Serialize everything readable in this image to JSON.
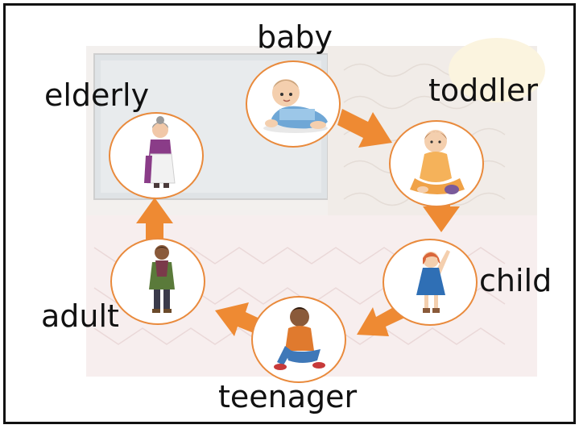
{
  "diagram": {
    "stages": [
      {
        "key": "baby",
        "label": "baby"
      },
      {
        "key": "toddler",
        "label": "toddler"
      },
      {
        "key": "child",
        "label": "child"
      },
      {
        "key": "teenager",
        "label": "teenager"
      },
      {
        "key": "adult",
        "label": "adult"
      },
      {
        "key": "elderly",
        "label": "elderly"
      }
    ],
    "colors": {
      "arrow": "#ee8a33",
      "circle_border": "#e98a3c",
      "frame": "#111111"
    }
  }
}
